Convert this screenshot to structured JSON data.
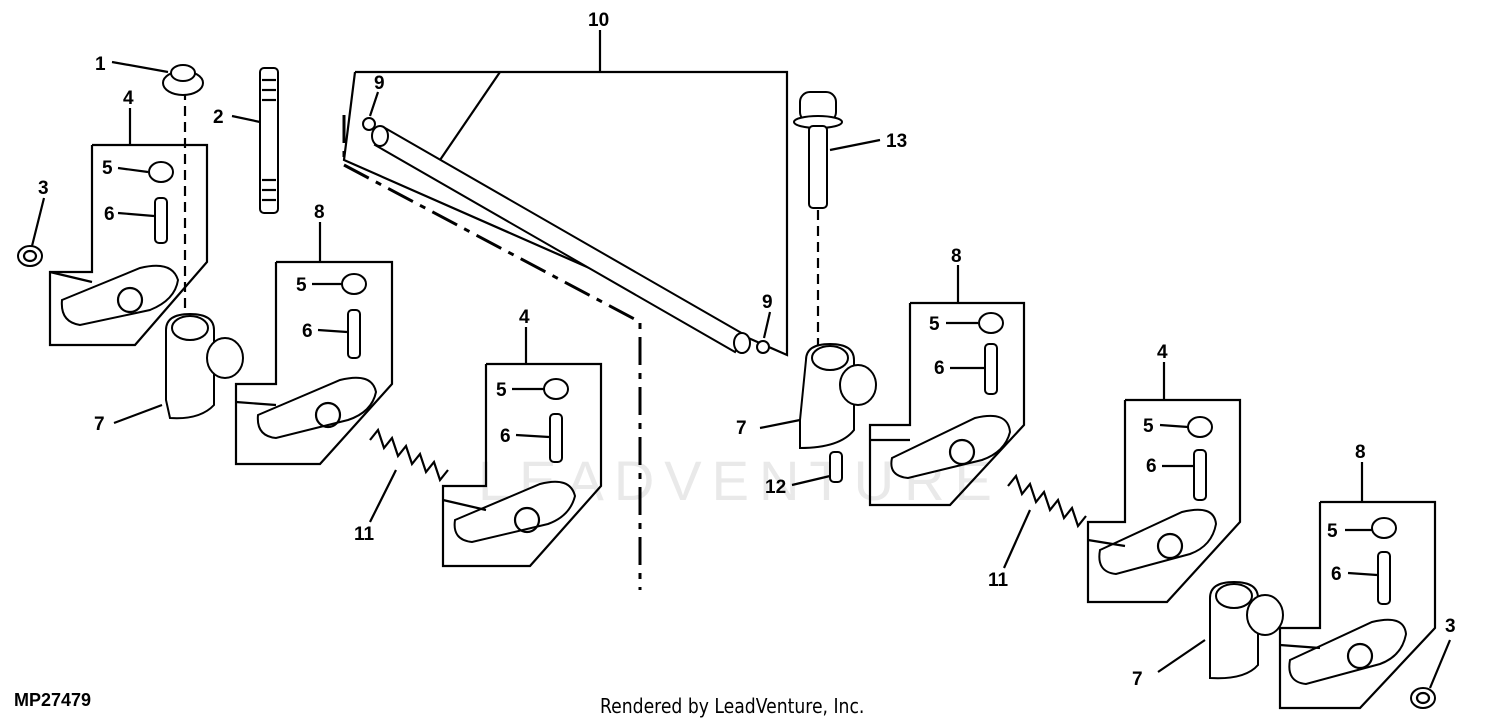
{
  "figure_id": "MP27479",
  "credit": "Rendered by LeadVenture, Inc.",
  "watermark": "LEADVENTURE",
  "callouts": {
    "c1": "1",
    "c2": "2",
    "c3a": "3",
    "c3b": "3",
    "c4a": "4",
    "c4b": "4",
    "c4c": "4",
    "c5a": "5",
    "c5b": "5",
    "c5c": "5",
    "c5d": "5",
    "c5e": "5",
    "c5f": "5",
    "c6a": "6",
    "c6b": "6",
    "c6c": "6",
    "c6d": "6",
    "c6e": "6",
    "c6f": "6",
    "c7a": "7",
    "c7b": "7",
    "c7c": "7",
    "c8a": "8",
    "c8b": "8",
    "c8c": "8",
    "c9a": "9",
    "c9b": "9",
    "c10": "10",
    "c11a": "11",
    "c11b": "11",
    "c12": "12",
    "c13": "13"
  }
}
